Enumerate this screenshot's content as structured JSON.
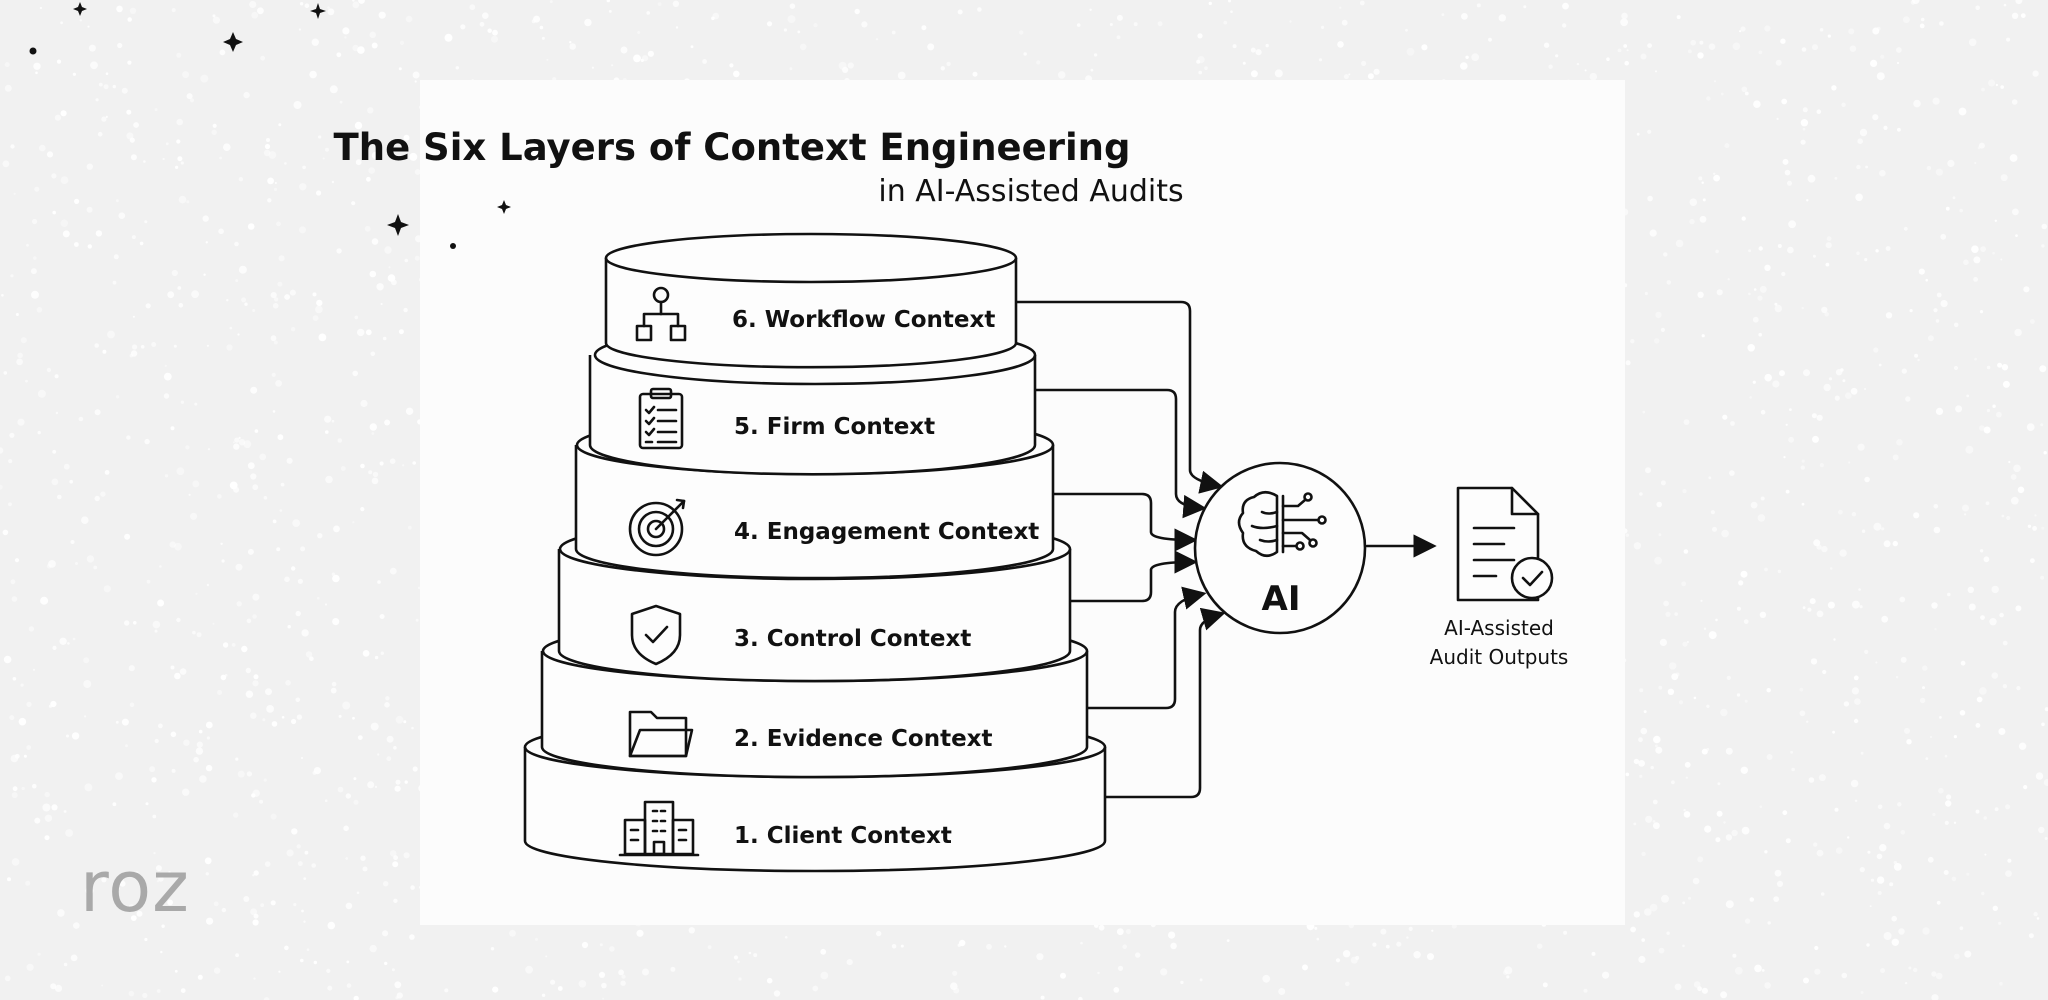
{
  "diagram": {
    "title": "The Six Layers of Context Engineering",
    "subtitle": "in AI-Assisted Audits",
    "layers": [
      {
        "label": "6. Workflow Context",
        "icon": "hierarchy-icon"
      },
      {
        "label": "5. Firm Context",
        "icon": "checklist-icon"
      },
      {
        "label": "4. Engagement Context",
        "icon": "target-icon"
      },
      {
        "label": "3. Control Context",
        "icon": "shield-check-icon"
      },
      {
        "label": "2. Evidence Context",
        "icon": "folder-icon"
      },
      {
        "label": "1. Client Context",
        "icon": "building-icon"
      }
    ],
    "hub": {
      "label": "AI",
      "icon": "brain-circuit-icon"
    },
    "output": {
      "line1": "AI-Assisted",
      "line2": "Audit Outputs",
      "icon": "document-check-icon"
    }
  },
  "brand": {
    "logo_text": "roz"
  },
  "colors": {
    "ink": "#111111",
    "background": "#f1f1f1",
    "panel": "#fcfcfc",
    "logo": "#a9a9a9"
  }
}
